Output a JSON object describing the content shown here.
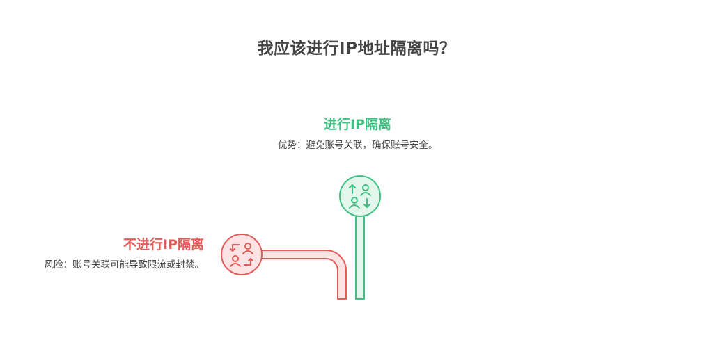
{
  "title": "我应该进行IP地址隔离吗？",
  "options": [
    {
      "label": "进行IP隔离",
      "description": "优势：避免账号关联，确保账号安全。",
      "color": "#3fbf82",
      "icon": "user-swap-icon"
    },
    {
      "label": "不进行IP隔离",
      "description": "风险：账号关联可能导致限流或封禁。",
      "color": "#e35b58",
      "icon": "user-refresh-icon"
    }
  ]
}
